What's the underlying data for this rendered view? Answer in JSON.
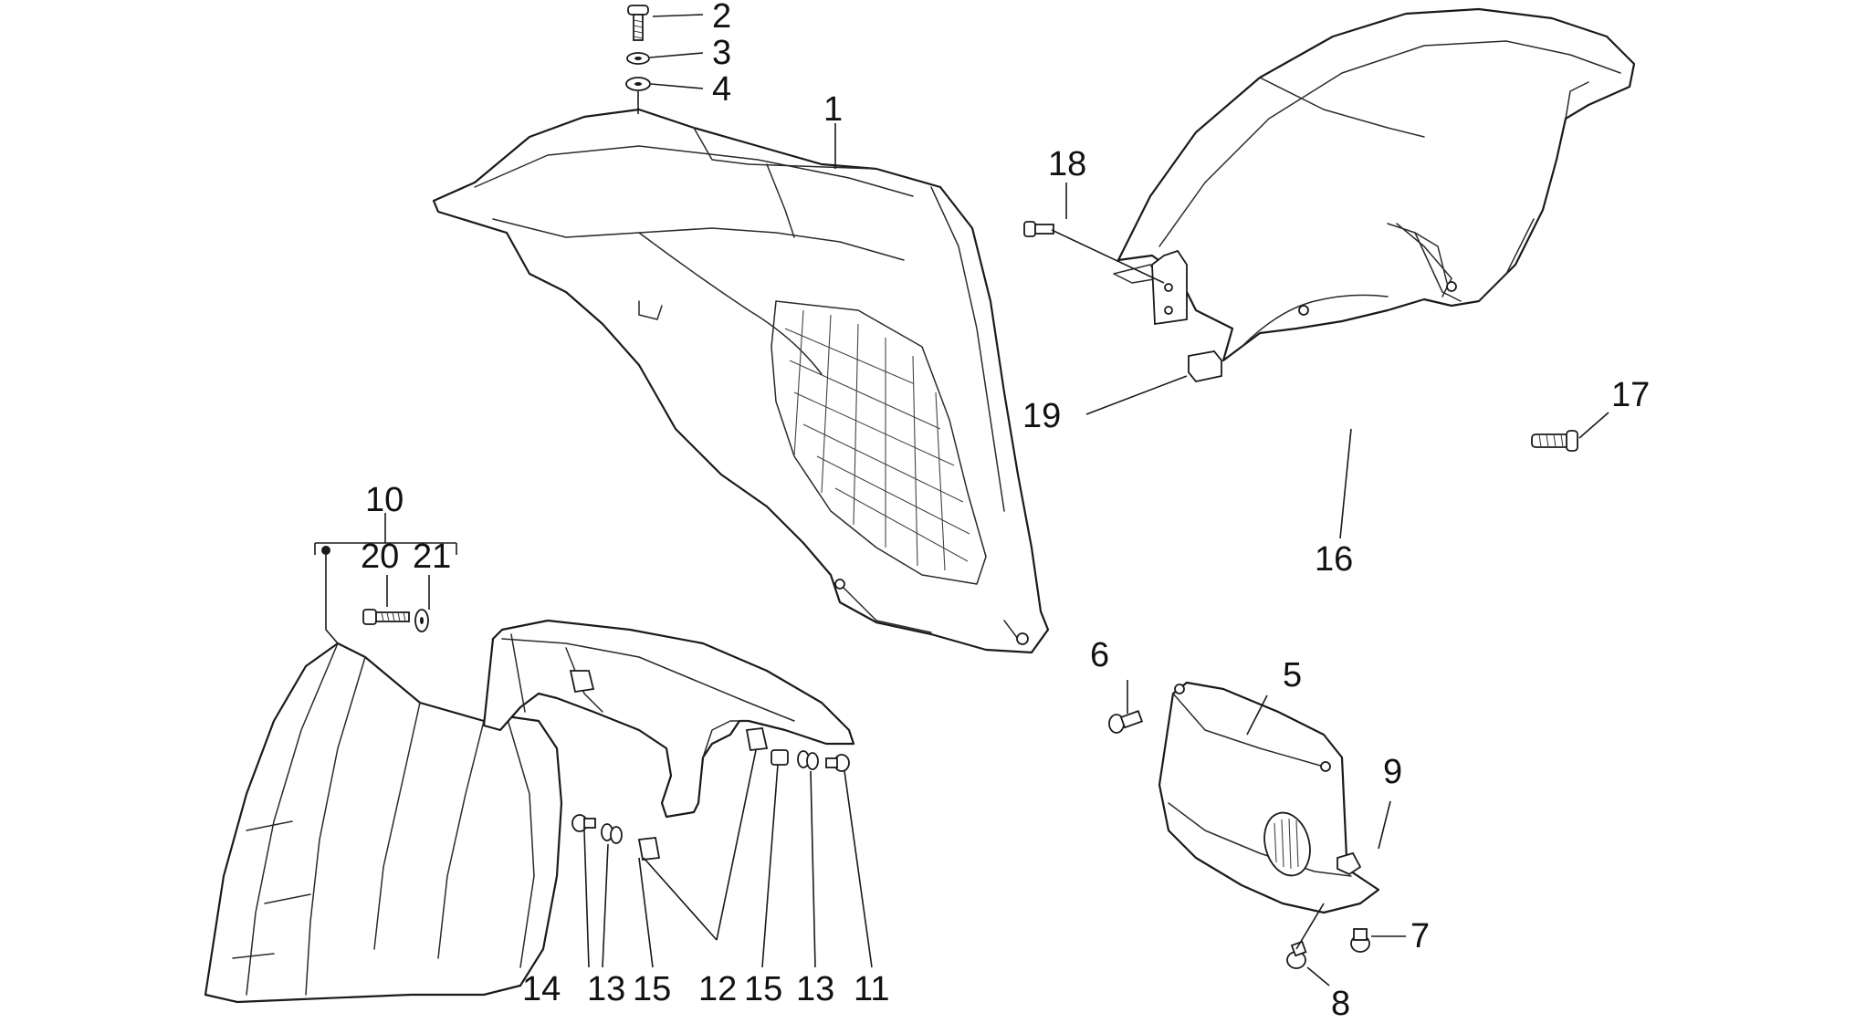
{
  "diagram": {
    "callouts": [
      "1",
      "2",
      "3",
      "4",
      "5",
      "6",
      "7",
      "8",
      "9",
      "10",
      "11",
      "12",
      "13",
      "13",
      "14",
      "15",
      "15",
      "16",
      "17",
      "18",
      "19",
      "20",
      "21"
    ]
  }
}
